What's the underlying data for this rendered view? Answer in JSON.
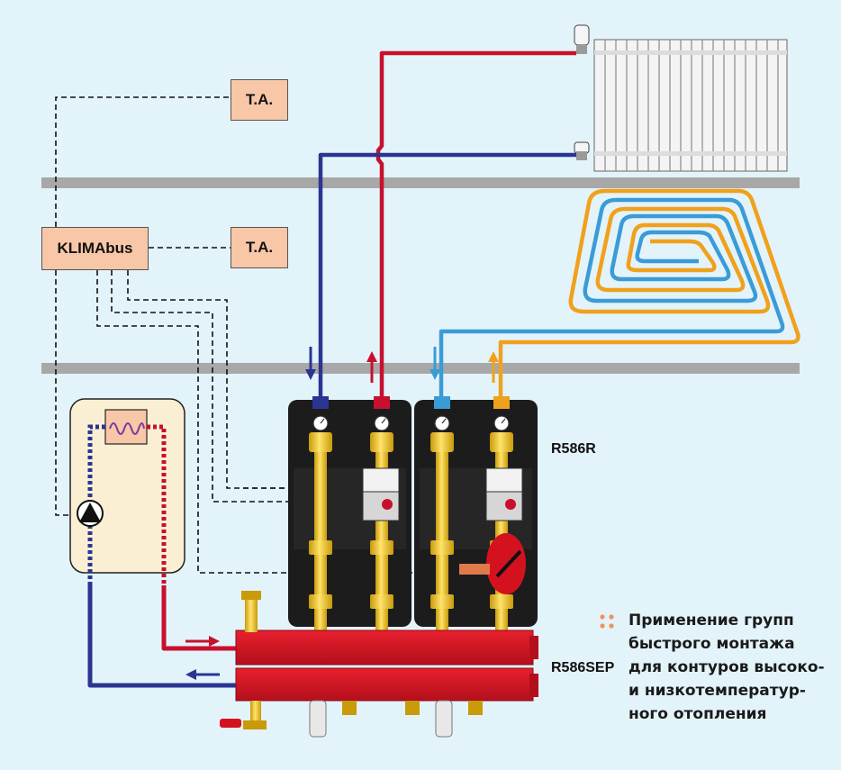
{
  "boxes": {
    "ta_top": "T.A.",
    "ta_mid": "T.A.",
    "klimabus": "KLIMAbus"
  },
  "labels": {
    "module_code": "R586R",
    "manifold_code": "R586SEP"
  },
  "caption": {
    "text": "Применение групп быстрого монтажа для контуров высоко- и низкотемпературного отопления",
    "line1": "Применение групп",
    "line2": "быстрого монтажа",
    "line3": "для контуров высоко-",
    "line4": "и низкотемператур-",
    "line5": "ного отопления"
  },
  "colors": {
    "background": "#e3f3fa",
    "hot_pipe": "#c8102e",
    "cold_pipe": "#2a3592",
    "floor_blue": "#3b9bd6",
    "floor_orange": "#f0a11c",
    "brass": "#f3c31b",
    "module_body": "#1c1c1c",
    "ceiling_band": "#a8a8a8",
    "box_fill": "#f7c7a7",
    "boiler_fill": "#fbefd3",
    "caption_dots": "#f0925a"
  }
}
